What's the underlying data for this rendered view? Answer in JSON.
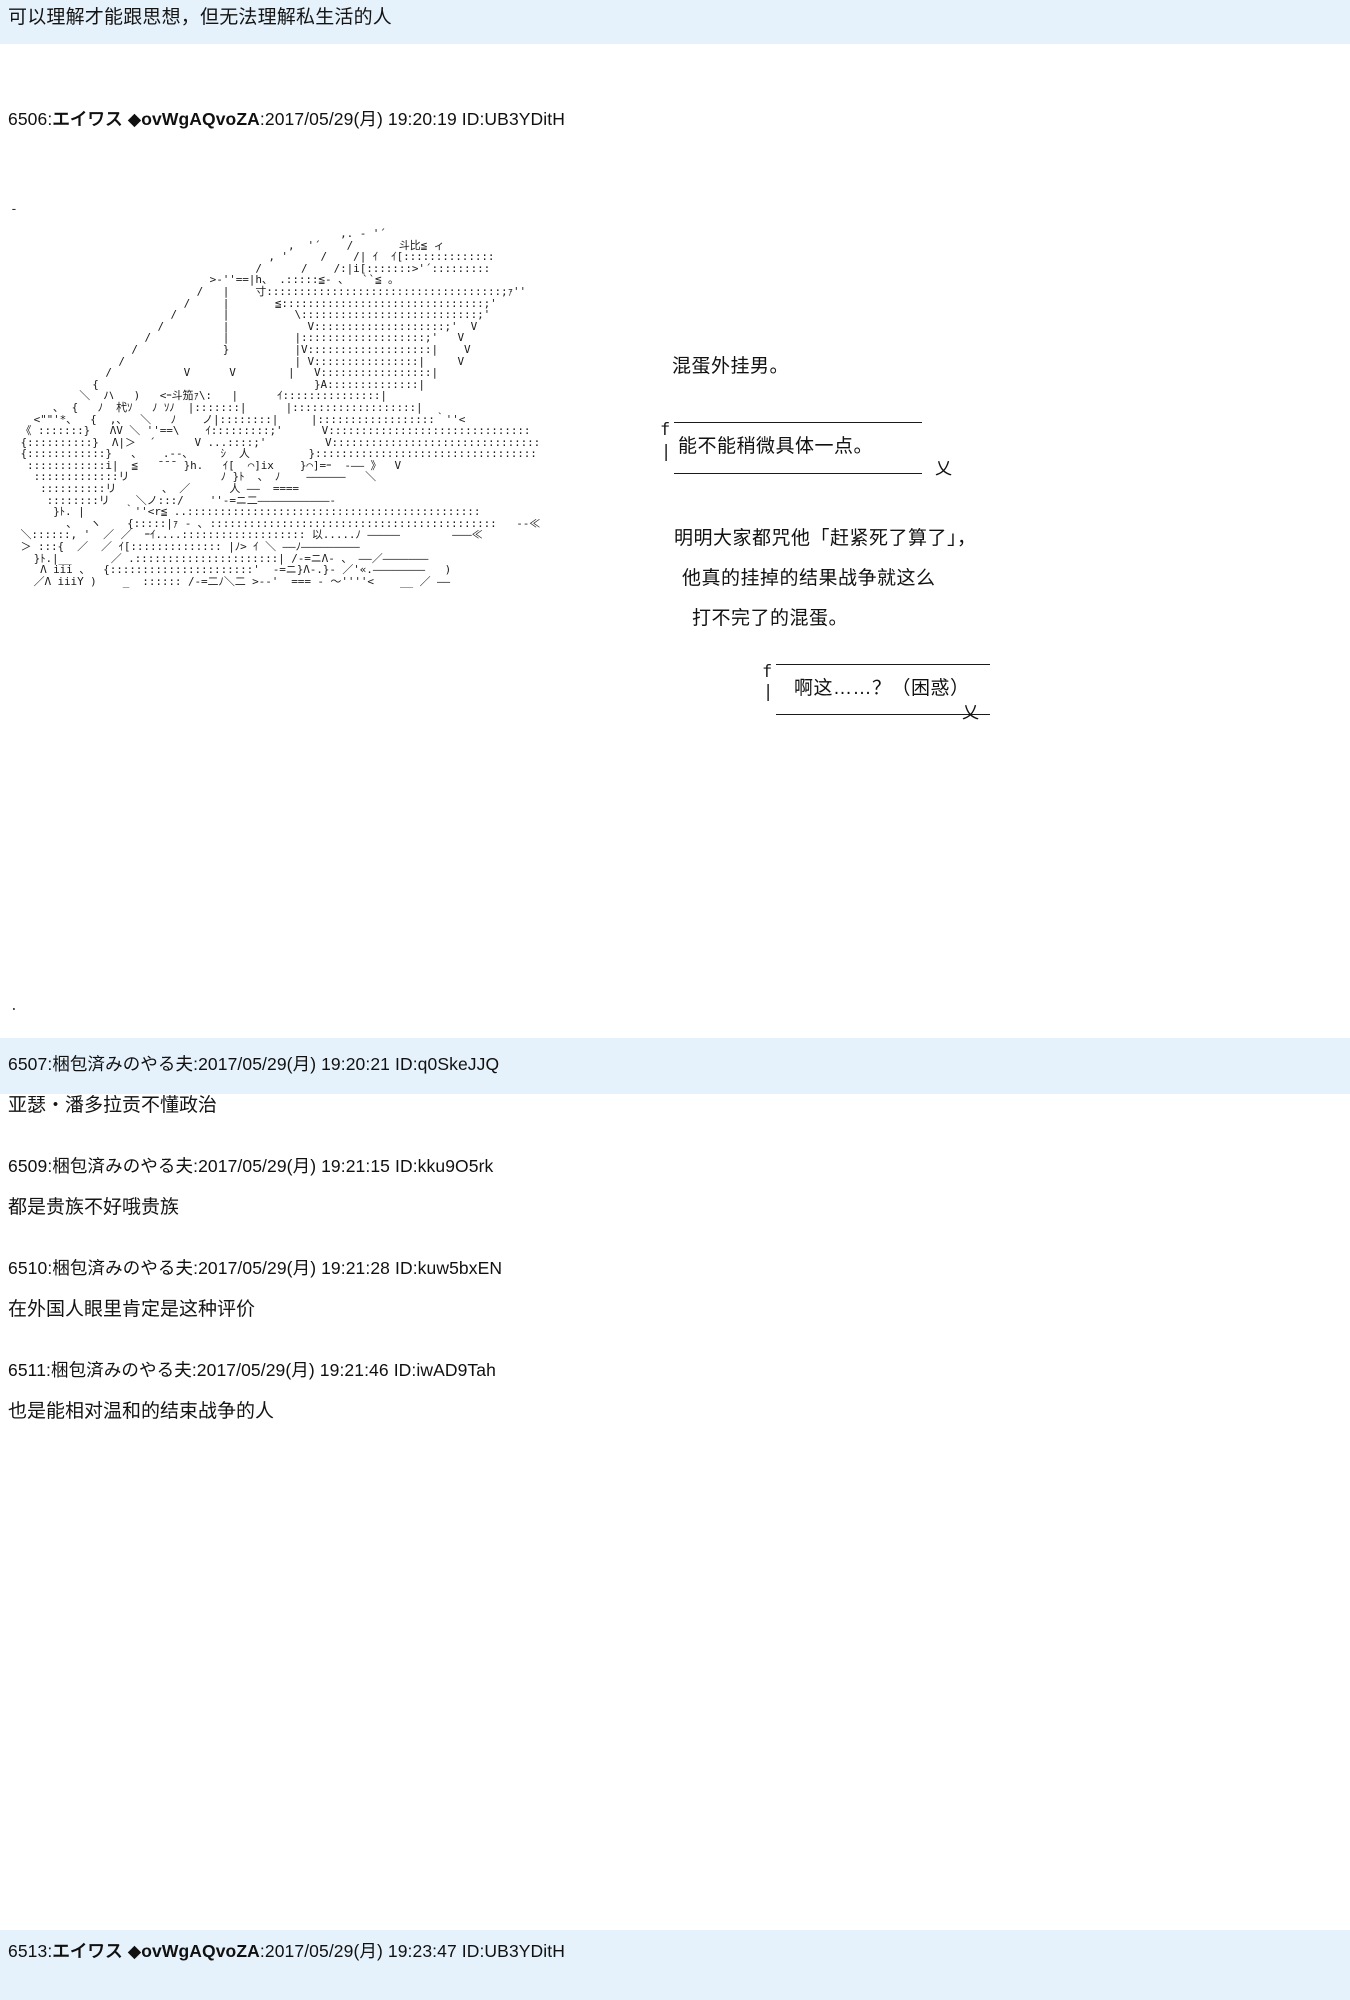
{
  "page": {
    "background_color": "#ffffff",
    "highlight_color": "#e6f2fb",
    "text_color": "#141414"
  },
  "top_fragment": {
    "text": "可以理解才能跟思想，但无法理解私生活的人"
  },
  "posts": [
    {
      "number": "6506",
      "name": "エイワス",
      "trip": "◆ovWgAQvoZA",
      "date": "2017/05/29(月) 19:20:19",
      "id_label": "ID:UB3YDitH",
      "is_op": true,
      "head_sep_1": ":",
      "head_sep_2": ":",
      "body": ""
    },
    {
      "number": "6507",
      "name": "梱包済みのやる夫",
      "trip": "",
      "date": "2017/05/29(月) 19:20:21",
      "id_label": "ID:q0SkeJJQ",
      "is_op": false,
      "head_sep_1": ":",
      "head_sep_2": ":",
      "body": "亚瑟・潘多拉贡不懂政治"
    },
    {
      "number": "6509",
      "name": "梱包済みのやる夫",
      "trip": "",
      "date": "2017/05/29(月) 19:21:15",
      "id_label": "ID:kku9O5rk",
      "is_op": false,
      "head_sep_1": ":",
      "head_sep_2": ":",
      "body": "都是贵族不好哦贵族"
    },
    {
      "number": "6510",
      "name": "梱包済みのやる夫",
      "trip": "",
      "date": "2017/05/29(月) 19:21:28",
      "id_label": "ID:kuw5bxEN",
      "is_op": false,
      "head_sep_1": ":",
      "head_sep_2": ":",
      "body": "在外国人眼里肯定是这种评价"
    },
    {
      "number": "6511",
      "name": "梱包済みのやる夫",
      "trip": "",
      "date": "2017/05/29(月) 19:21:46",
      "id_label": "ID:iwAD9Tah",
      "is_op": false,
      "head_sep_1": ":",
      "head_sep_2": ":",
      "body": "也是能相对温和的结束战争的人"
    },
    {
      "number": "6513",
      "name": "エイワス",
      "trip": "◆ovWgAQvoZA",
      "date": "2017/05/29(月) 19:23:47",
      "id_label": "ID:UB3YDitH",
      "is_op": true,
      "head_sep_1": ":",
      "head_sep_2": ":",
      "body": ""
    }
  ],
  "aa_art": {
    "leading_mark": "-",
    "trailing_mark": ".",
    "lines": [
      "                                                  ,. ‐ '´                                            ",
      "                                          ,  '´    /       斗比≦ ィ                                 ",
      "                                       , '     /    /| ｲ  ｲ[::::::::::::::                            ",
      "                                     /      /    /:|i[:::::::>'´:::::::::                             ",
      "                              >‐''==|h、 .:::::≦‐ 、  ``≦ 。                                          ",
      "                            /   |    寸::::::::::::::::::::::::::::::::::::;ｧ''                        ",
      "                          /     |       ≦:::::::::::::::::::::::::::::::;'                           ",
      "                        /       |          \\:::::::::::::::::::::::::::;'                            ",
      "                      /         |            V::::::::::::::::::::;'  V                              ",
      "                    /           |          |:::::::::::::::::::;'   V                                ",
      "                  /             }          |V:::::::::::::::::::|    V                              ",
      "                /                          | V::::::::::::::::|     V                               ",
      "              /           V      V        |   V:::::::::::::::::|                                   ",
      "            {                                 }A::::::::::::::|                                     ",
      "          ＼  ハ   )   <ｰ斗笳ｧ\\:   |      ｲ:::::::::::::::|                                        ",
      "      ､  {   ﾉ  杙ｿ   ﾉ ｿﾉ  |:::::::|      |:::::::::::::::::::|                                     ",
      "   <\"\"'*、  {  ,、  ＼   ﾉ    ノ|::::::::|     |::::::::::::::::::｀''<                                ",
      " 《 :::::::}   ΛV ＼ ''==\\    ｲ:::::::::;'      V:::::::::::::::::::::::::::::::                      ",
      " {::::::::::}  Λ|＞  ´      V ...::::;'         V::::::::::::::::::::::::::::::::                     ",
      " {::::::::::::}   ､    .--､     ｼ  人         }::::::::::::::::::::::::::::::::::                     ",
      "  ::::::::::::i|  ≦   ̄ ̄ ̄  }h.   ｲ[  ⌒]ix    }⌒]=ｰ  ‐―― 》  V                                   ",
      "   :::::::::::::リ              ﾉ }ﾄ  、 ﾉ    ――――――   ＼                                          ",
      "    ::::::::::リ       、 ／      人 ――  ====                                                        ",
      "     ::::::::リ    ＼ノ:::/    ''‐=ニ二―――――――――――‐                                            ",
      "      }ﾄ. |      ｀''<r≦ ..:::::::::::::::::::::::::::::::::::::::::::::                                ",
      "        、  ヽ    {:::::|ｧ ‐ ､ ::::::::::::::::::::::::::::::::::::::::::::   ‐‐≪                        ",
      " ＼::::::, '  ／ ／  ｰｲ....::::::::::::::::::: 以.....ﾉ ―――――        ―――≪                      ",
      " ＞ :::{  ／  ／ ｲ[:::::::::::::: |ﾉ> ｲ ＼ ――ﾉ―――――――――                                     ",
      "   }ﾄ.|__      ／ .::::::::::::::::::::::| /‐=ニΛ‐ 、 ――／―――――――                            ",
      "    Λ iii 、  {::::::::::::::::::::::'  ‐=ニ}Λ‐.}‐ ／'«.――――――――   )                             ",
      "   ／Λ iiiY )    _  :::::: /‐=二ﾉ＼二 >‐‐'  === - ～''''<    __ ／ ――                          "
    ]
  },
  "aa_speech": {
    "line_1": "混蛋外挂男。",
    "bubble_1": {
      "hook": "f",
      "pipe": "|",
      "tail": "乂",
      "text": "能不能稍微具体一点。"
    },
    "paragraph": [
      "明明大家都咒他「赶紧死了算了」，",
      "他真的挂掉的结果战争就这么",
      "打不完了的混蛋。"
    ],
    "bubble_2": {
      "hook": "f",
      "pipe": "|",
      "tail": "乂",
      "text": "啊这……？（困惑）"
    }
  }
}
